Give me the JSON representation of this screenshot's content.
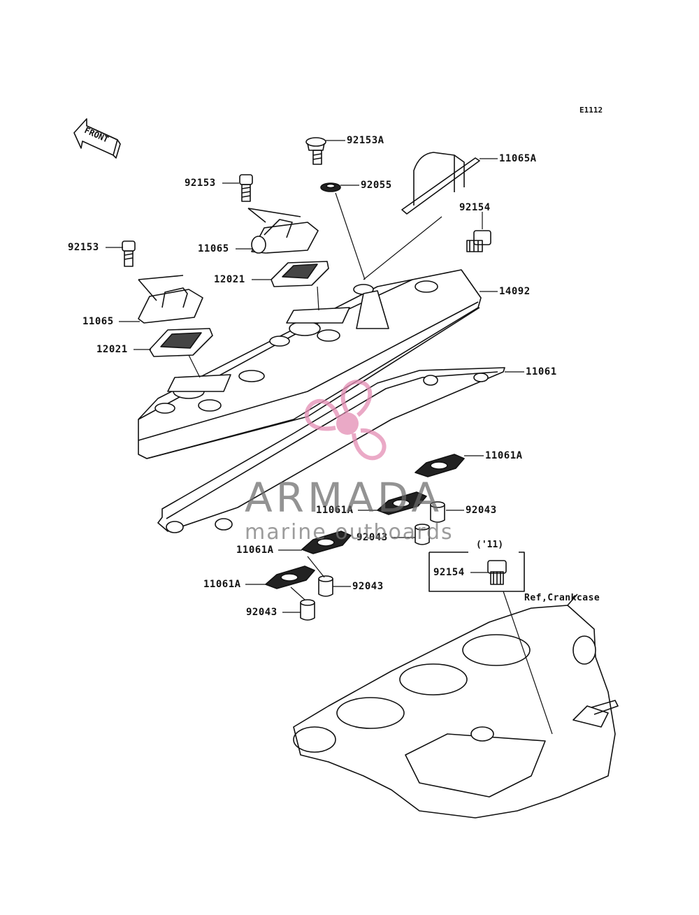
{
  "diagram": {
    "code": "E1112",
    "front_label": "FRONT",
    "ref_label": "Ref,Crankcase",
    "year_note": "('11)"
  },
  "watermark": {
    "brand": "ARMADA",
    "tagline": "marine outboards",
    "accent_color": "#e48db4"
  },
  "parts": {
    "p92153A": "92153A",
    "p92055": "92055",
    "p11065A": "11065A",
    "p92153_top": "92153",
    "p92154_top": "92154",
    "p11065_top": "11065",
    "p92153_left": "92153",
    "p12021_top": "12021",
    "p14092": "14092",
    "p11065_left": "11065",
    "p12021_left": "12021",
    "p11061": "11061",
    "p11061A_1": "11061A",
    "p11061A_2": "11061A",
    "p92043_1": "92043",
    "p92043_2": "92043",
    "p11061A_3": "11061A",
    "p11061A_4": "11061A",
    "p92043_3": "92043",
    "p92043_4": "92043",
    "p92154_box": "92154"
  }
}
